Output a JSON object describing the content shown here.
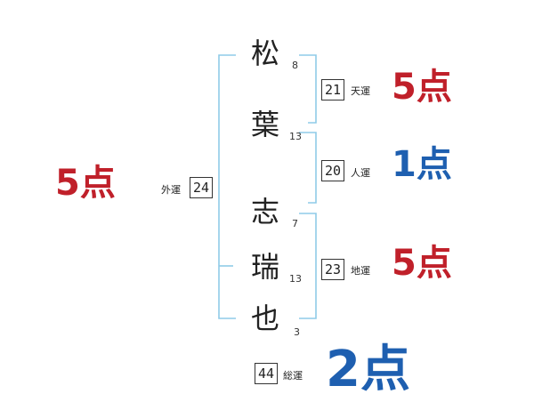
{
  "colors": {
    "bracket": "#8fcbe8",
    "good": "#c0202a",
    "bad": "#1e5fb0"
  },
  "characters": [
    {
      "char": "松",
      "strokes": "8"
    },
    {
      "char": "葉",
      "strokes": "13"
    },
    {
      "char": "志",
      "strokes": "7"
    },
    {
      "char": "瑞",
      "strokes": "13"
    },
    {
      "char": "也",
      "strokes": "3"
    }
  ],
  "fortunes": {
    "ten": {
      "value": "21",
      "label": "天運",
      "score": "5点"
    },
    "jin": {
      "value": "20",
      "label": "人運",
      "score": "1点"
    },
    "chi": {
      "value": "23",
      "label": "地運",
      "score": "5点"
    },
    "gai": {
      "value": "24",
      "label": "外運",
      "score": "5点"
    },
    "total": {
      "value": "44",
      "label": "総運",
      "score": "2点"
    }
  }
}
